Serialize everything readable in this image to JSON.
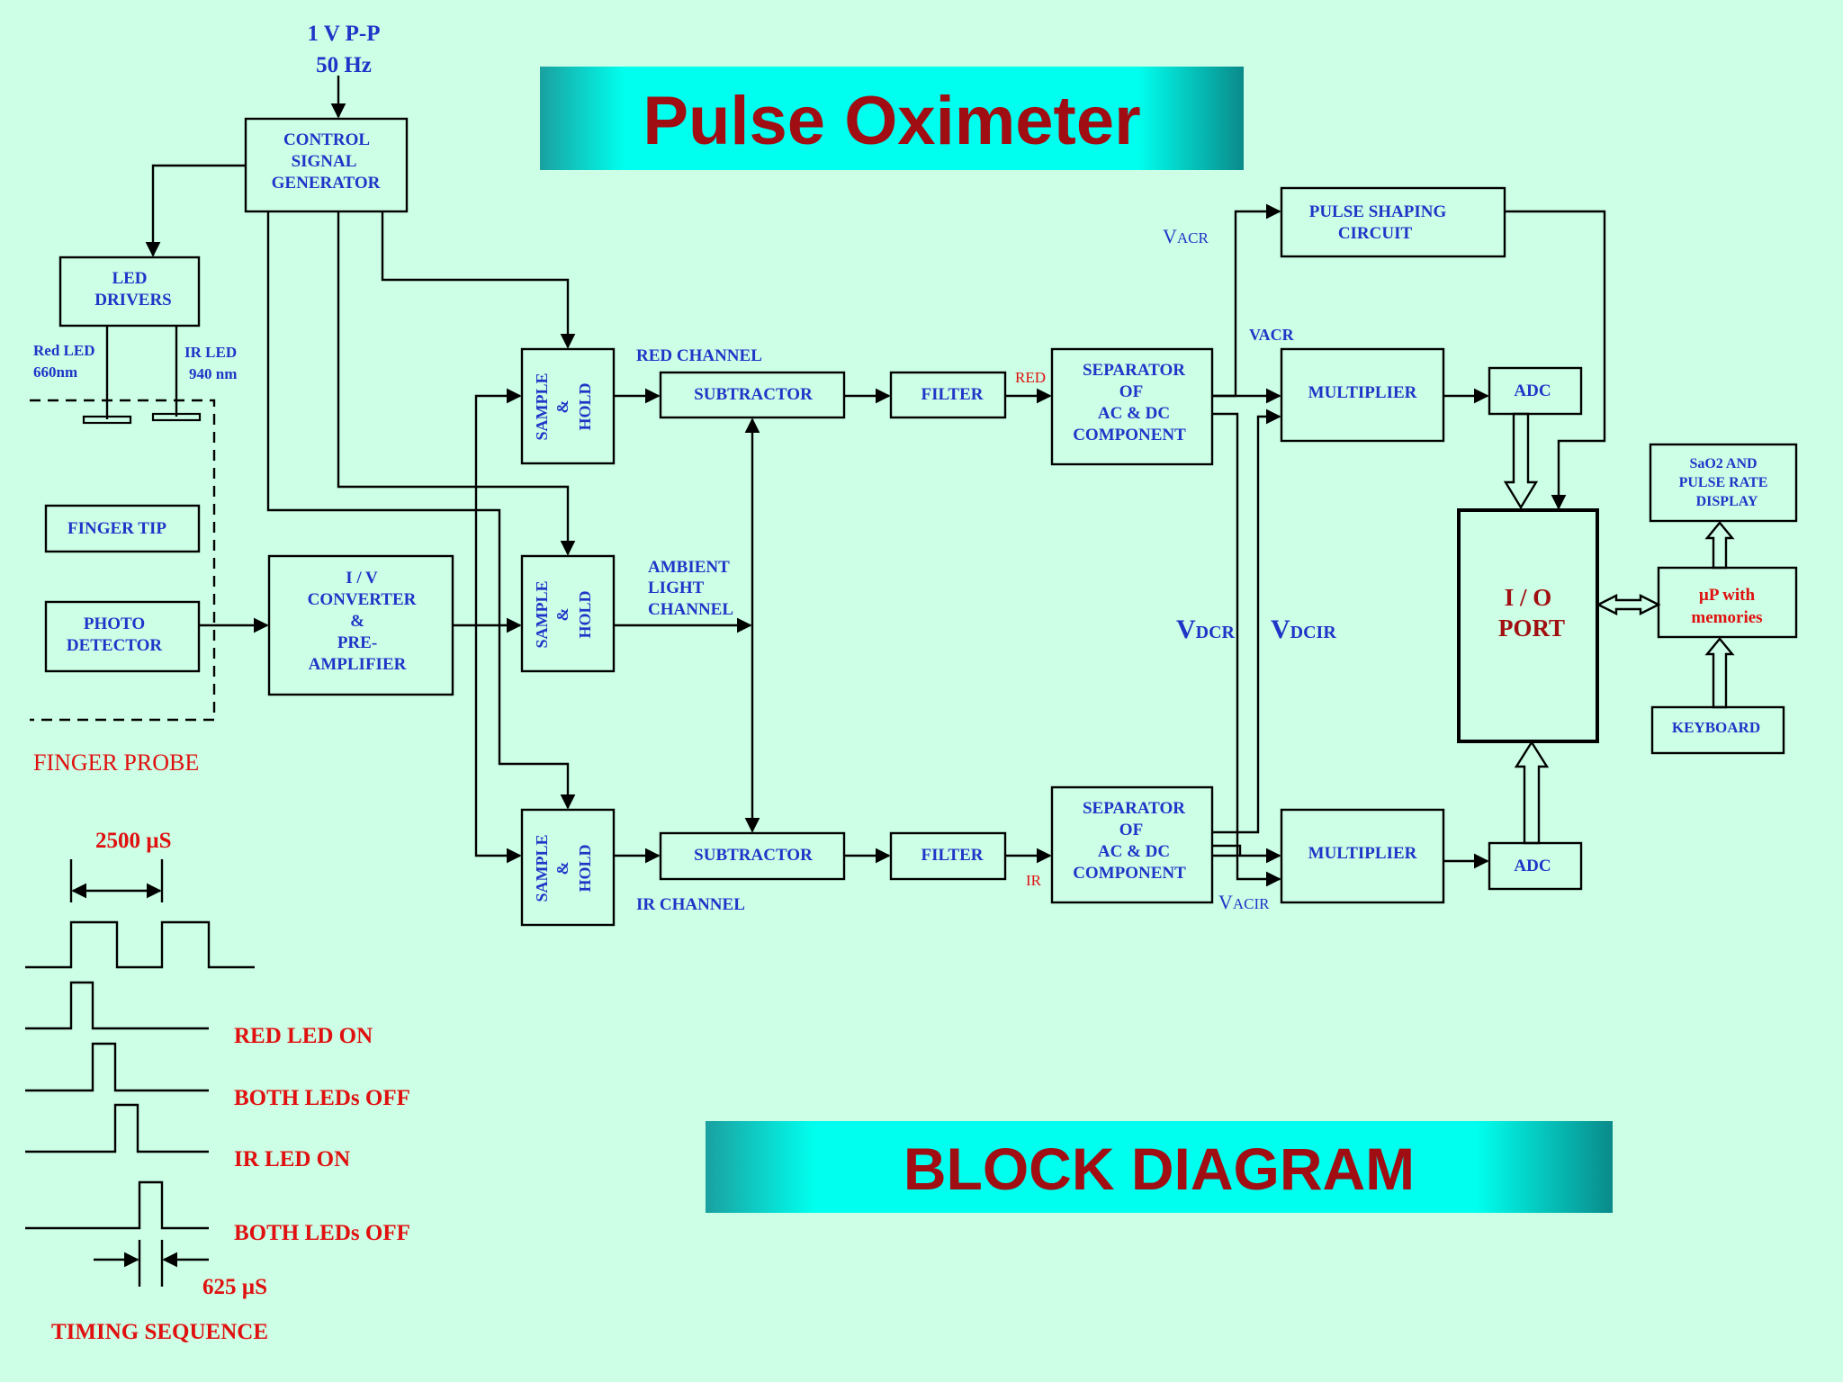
{
  "title": "Pulse Oximeter",
  "subtitle": "BLOCK DIAGRAM",
  "input_signal": {
    "line1": "1 V P-P",
    "line2": "50 Hz"
  },
  "blocks": {
    "control": [
      "CONTROL",
      "SIGNAL",
      "GENERATOR"
    ],
    "led_drivers": [
      "LED",
      "DRIVERS"
    ],
    "finger_tip": "FINGER TIP",
    "photo_detector": [
      "PHOTO",
      "DETECTOR"
    ],
    "iv_converter": [
      "I / V",
      "CONVERTER",
      "&",
      "PRE-",
      "AMPLIFIER"
    ],
    "sample_hold": [
      "SAMPLE",
      "&",
      "HOLD"
    ],
    "subtractor": "SUBTRACTOR",
    "filter": "FILTER",
    "separator": [
      "SEPARATOR",
      "OF",
      "AC & DC",
      "COMPONENT"
    ],
    "multiplier": "MULTIPLIER",
    "adc": "ADC",
    "pulse_shaping": [
      "PULSE SHAPING",
      "CIRCUIT"
    ],
    "io_port": [
      "I / O",
      "PORT"
    ],
    "display": [
      "SaO2 AND",
      "PULSE  RATE",
      "DISPLAY"
    ],
    "up": [
      "µP with",
      "memories"
    ],
    "keyboard": "KEYBOARD"
  },
  "labels": {
    "red_led": [
      "Red LED",
      "660nm"
    ],
    "ir_led": [
      "IR  LED",
      "940 nm"
    ],
    "finger_probe": "FINGER PROBE",
    "red_channel": "RED  CHANNEL",
    "ambient": [
      "AMBIENT",
      "LIGHT",
      "CHANNEL"
    ],
    "ir_channel": "IR CHANNEL",
    "red": "RED",
    "ir": "IR",
    "vacr_main": "V",
    "vacr_sub": "ACR",
    "vacr2": "VACR",
    "vdcr_main": "V",
    "vdcr_sub": "DCR",
    "vdcir_main": "V",
    "vdcir_sub": "DCIR",
    "vacir_main": "V",
    "vacir_sub": "ACIR"
  },
  "timing": {
    "period": "2500 µS",
    "rows": [
      "RED LED ON",
      "BOTH  LEDs OFF",
      "IR LED  ON",
      "BOTH  LEDs  OFF"
    ],
    "pulse": "625 µS",
    "caption": "TIMING SEQUENCE"
  },
  "colors": {
    "background": "#ccffe5",
    "block_text": "#1f35c8",
    "title": "#a00d12",
    "accent_red": "#e01010",
    "banner": "#00ffee"
  }
}
